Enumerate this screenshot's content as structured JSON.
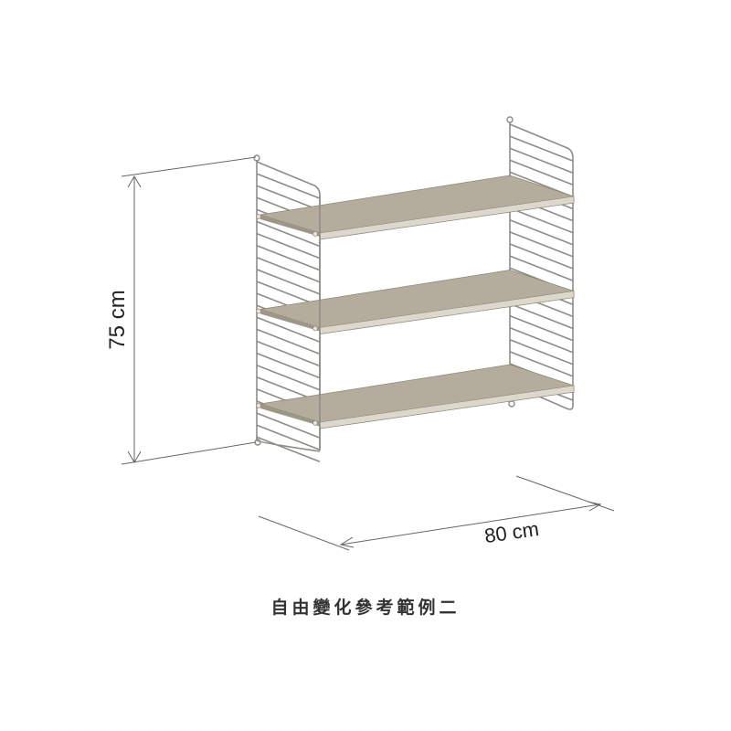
{
  "dimensions": {
    "height_label": "75 cm",
    "width_label": "80 cm"
  },
  "caption": "自由變化參考範例二",
  "colors": {
    "wire": "#8f8c88",
    "shelf_top": "#b4ad9e",
    "shelf_edge": "#ddd8cc",
    "dimension_line": "#555555"
  }
}
